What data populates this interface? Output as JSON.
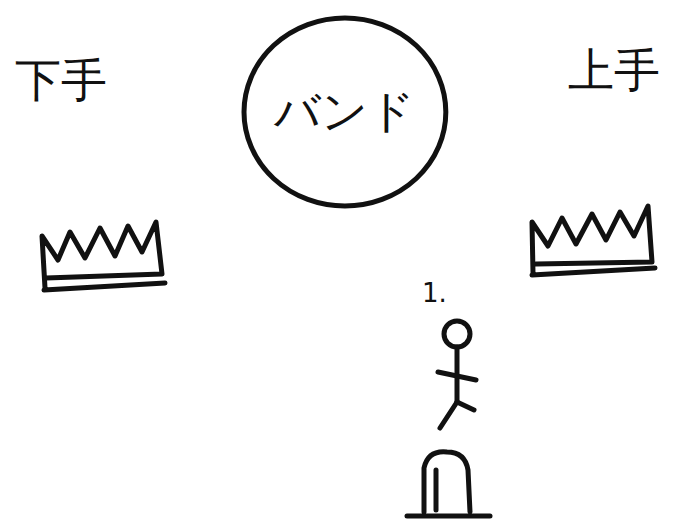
{
  "diagram": {
    "nodes": [
      {
        "text": [
          "バンド"
        ]
      }
    ],
    "labels": [
      "下手",
      "上手",
      "1."
    ]
  }
}
